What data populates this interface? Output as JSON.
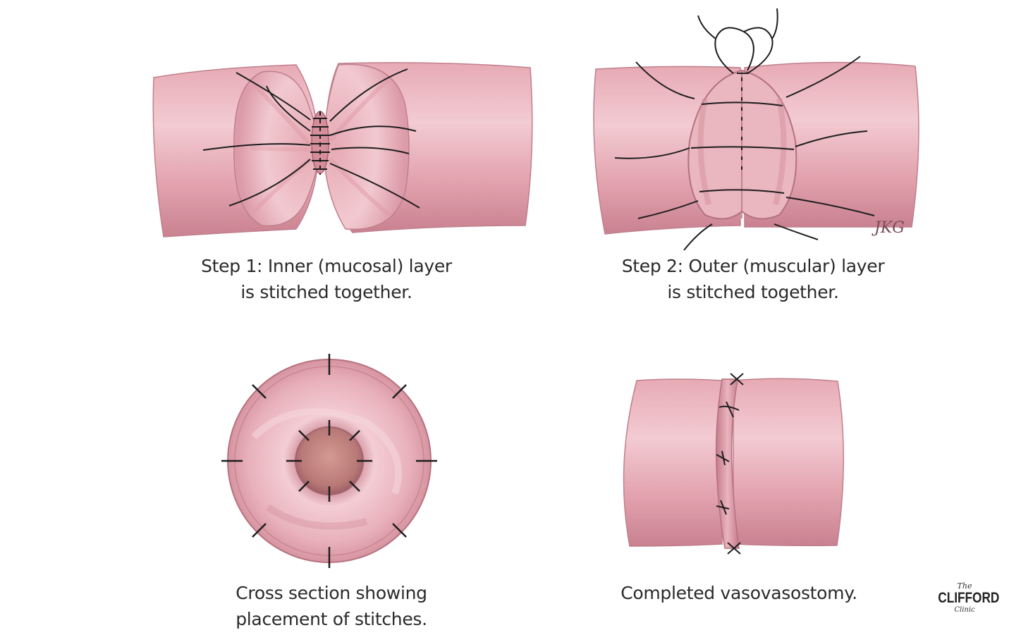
{
  "colors": {
    "tissue_light": "#f0c3cb",
    "tissue_mid": "#dc9ca8",
    "tissue_dark": "#b9707f",
    "edge": "#c07f8d",
    "suture": "#1d1d1d",
    "lumen": "#c9837f",
    "text": "#2a2a2a"
  },
  "panels": [
    {
      "name": "step-1",
      "caption_lines": [
        "Step 1: Inner (mucosal) layer",
        "is stitched together."
      ]
    },
    {
      "name": "step-2",
      "caption_lines": [
        "Step 2: Outer (muscular) layer",
        "is stitched together."
      ],
      "signature": "JKG"
    },
    {
      "name": "cross-section",
      "caption_lines": [
        "Cross section showing",
        "placement of stitches."
      ]
    },
    {
      "name": "completed",
      "caption_lines": [
        "Completed vasovasostomy."
      ]
    }
  ],
  "logo": {
    "prefix": "The",
    "name": "CLIFFORD",
    "suffix": "Clinic"
  }
}
